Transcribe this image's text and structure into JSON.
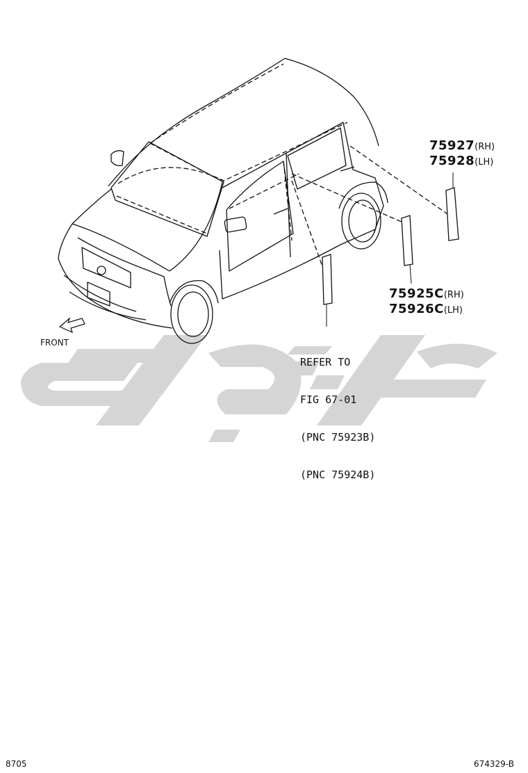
{
  "parts": [
    {
      "number": "75927",
      "side": "(RH)"
    },
    {
      "number": "75928",
      "side": "(LH)"
    },
    {
      "number": "75925C",
      "side": "(RH)"
    },
    {
      "number": "75926C",
      "side": "(LH)"
    }
  ],
  "reference_note": [
    "REFER TO",
    "FIG 67-01",
    "(PNC 75923B)",
    "(PNC 75924B)"
  ],
  "front_label": "FRONT",
  "footer": {
    "left_code": "8705",
    "right_code": "674329-B"
  },
  "watermark_text": "قطعه یدکی",
  "colors": {
    "line": "#111111",
    "watermark": "#d6d6d6",
    "background": "#ffffff"
  }
}
